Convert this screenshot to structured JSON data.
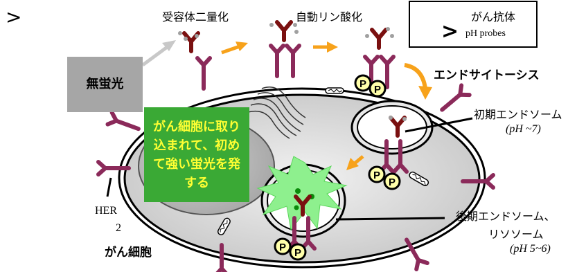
{
  "labels": {
    "gt_symbol": ">",
    "dimerization": "受容体二量化",
    "autophosphorylation": "自動リン酸化",
    "endocytosis": "エンドサイトーシス",
    "early_endosome": "初期エンドソーム",
    "early_ph": "(pH ~7)",
    "late_endosome": "後期エンドソーム、",
    "lysosome": "リソソーム",
    "late_ph": "(pH 5~6)",
    "her2_line1": "HER",
    "her2_line2": "2",
    "cancer_cell": "がん細胞"
  },
  "legend": {
    "antibody": "がん抗体",
    "probe": "pH probes"
  },
  "no_fluorescence": "無蛍光",
  "callout": "がん細胞に取り込まれて、初めて強い蛍光を発する",
  "probe_letter": "P",
  "colors": {
    "receptor": "#8b2a5a",
    "antibody": "#7a1010",
    "arrow_orange": "#f7a21b",
    "arrow_gray": "#c8c8c8",
    "cell_fill": "#d9d9d9",
    "callout_bg": "#3aa935",
    "callout_text": "#ffff33",
    "burst": "#8ef08e",
    "probe_fill": "#ffffaa"
  }
}
